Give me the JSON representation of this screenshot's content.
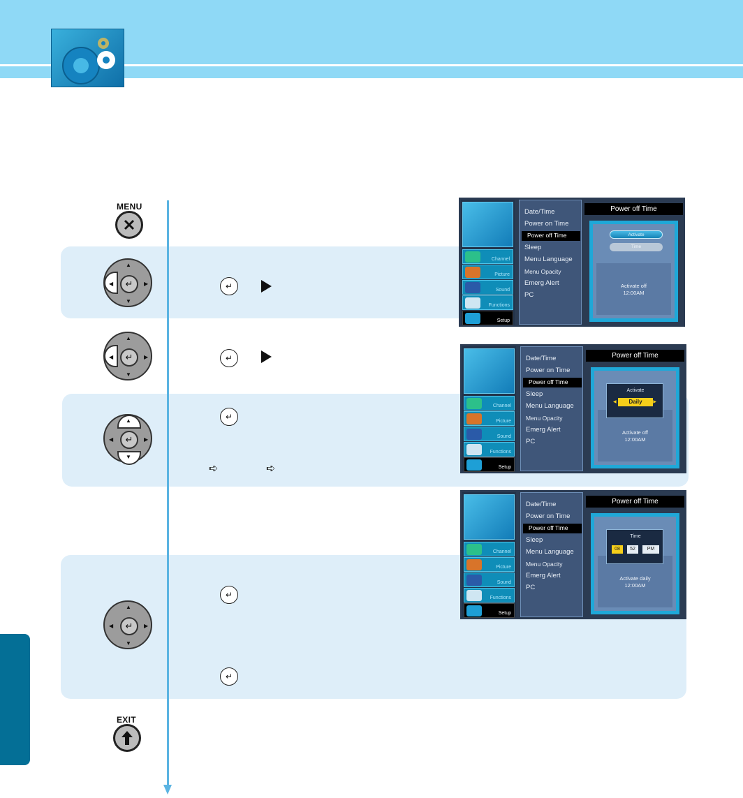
{
  "remote": {
    "menu_label": "MENU",
    "exit_label": "EXIT"
  },
  "tv_menu": {
    "categories": [
      "Channel",
      "Picture",
      "Sound",
      "Functions",
      "Setup"
    ],
    "items": [
      "Date/Time",
      "Power on Time",
      "Power off Time",
      "Sleep",
      "Menu Language",
      "Menu Opacity",
      "Emerg Alert",
      "PC"
    ],
    "panel_title": "Power off Time"
  },
  "screen1": {
    "activate_button": "Activate",
    "time_button": "Time",
    "status_line1": "Activate off",
    "status_line2": "12:00AM"
  },
  "screen2": {
    "popup_title": "Activate",
    "popup_value": "Daily",
    "status_line1": "Activate off",
    "status_line2": "12:00AM"
  },
  "screen3": {
    "popup_title": "Time",
    "hour": "08",
    "minute": "52",
    "ampm": "PM",
    "status_line1": "Activate daily",
    "status_line2": "12:00AM"
  }
}
